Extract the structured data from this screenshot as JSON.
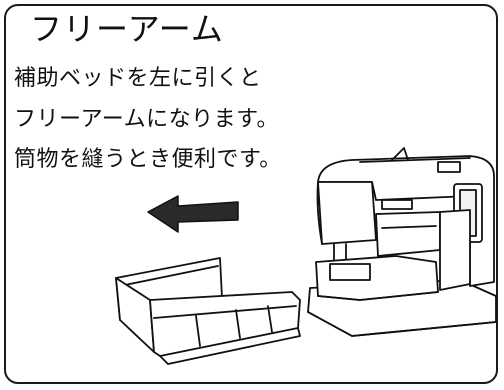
{
  "heading": "フリーアーム",
  "body_lines": [
    "補助ベッドを左に引くと",
    "フリーアームになります。",
    "筒物を縫うとき便利です。"
  ],
  "machine_badge": "",
  "arrow_direction": "left",
  "colors": {
    "ink": "#111111",
    "arrow": "#222222",
    "background": "#ffffff"
  }
}
